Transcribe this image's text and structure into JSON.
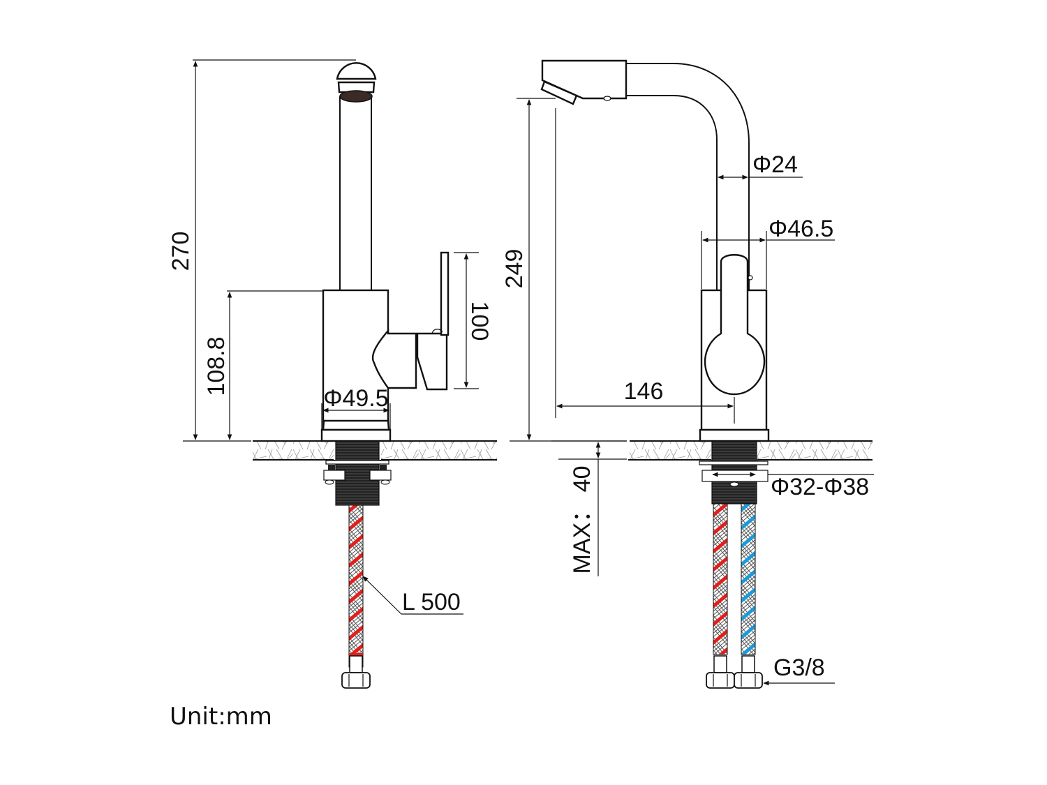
{
  "drawing": {
    "title": "Faucet dimension drawing",
    "unit_label": "Unit:mm",
    "colors": {
      "line": "#111111",
      "hot_hose": "#e0201c",
      "cold_hose": "#1e9ad6",
      "thread": "#3a3a3a",
      "stone_hatch": "#999999"
    }
  },
  "side_view": {
    "dimensions": {
      "total_height": "270",
      "body_height": "108.8",
      "handle_height": "100",
      "body_diameter": "Φ49.5",
      "hose_length": "L 500"
    }
  },
  "front_view": {
    "dimensions": {
      "spout_height": "249",
      "spout_reach": "146",
      "spout_diameter": "Φ24",
      "handle_width": "Φ46.5",
      "hole_diameter": "Φ32-Φ38",
      "max_deck_thickness": "MAX： 40",
      "hose_thread": "G3/8"
    }
  }
}
